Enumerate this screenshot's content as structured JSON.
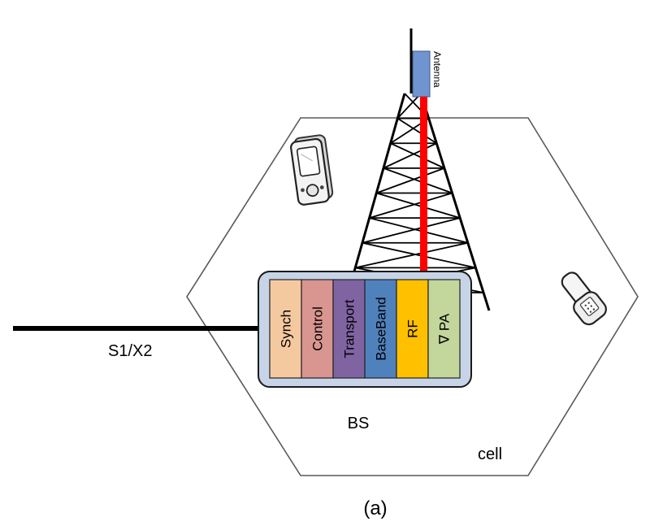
{
  "caption": "(a)",
  "labels": {
    "antenna": "Antenna",
    "link": "S1/X2",
    "base_station": "BS",
    "cell": "cell"
  },
  "modules": [
    {
      "label": "Synch",
      "color": "#f5c9a0"
    },
    {
      "label": "Control",
      "color": "#d9958f"
    },
    {
      "label": "Transport",
      "color": "#8064a2"
    },
    {
      "label": "BaseBand",
      "color": "#4f81bd"
    },
    {
      "label": "RF",
      "color": "#ffc000"
    },
    {
      "label": "PA",
      "color": "#c3d69b",
      "symbol": "∇"
    }
  ],
  "colors": {
    "feeder_cable": "#ff0000",
    "antenna": "#6f94cf",
    "bs_enclosure": "#c7d4e7",
    "hexagon_stroke": "#595959"
  },
  "icons": [
    "pda-icon",
    "mobile-phone-icon",
    "tower-icon",
    "antenna-icon"
  ]
}
